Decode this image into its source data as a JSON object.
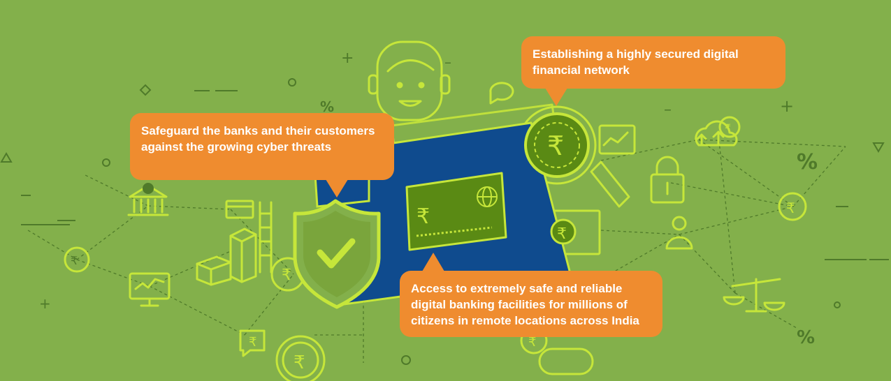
{
  "callouts": {
    "safeguard": "Safeguard the banks and their customers against the growing cyber threats",
    "network": "Establishing a highly secured digital financial network",
    "access": "Access to extremely safe and reliable digital banking facilities for millions of citizens in remote locations across India"
  },
  "symbols": {
    "rupee": "₹",
    "percent": "%",
    "plus": "+",
    "minus": "–"
  },
  "colors": {
    "background": "#83b04b",
    "line_art": "#c6e63a",
    "dashed_network": "#4f7a2a",
    "screen_blue": "#0f4b8e",
    "card_green": "#5a8a14",
    "callout_orange": "#ef8c2f",
    "callout_text": "#ffffff"
  },
  "icons": [
    "rupee-coin-icon",
    "shield-check-icon",
    "bank-building-icon",
    "monitor-chart-icon",
    "padlock-icon",
    "cloud-upload-icon",
    "scales-icon",
    "support-agent-icon",
    "magnifier-icon",
    "credit-card-icon",
    "user-icon",
    "chat-bubble-icon",
    "bar-chart-icon",
    "percent-icon"
  ]
}
